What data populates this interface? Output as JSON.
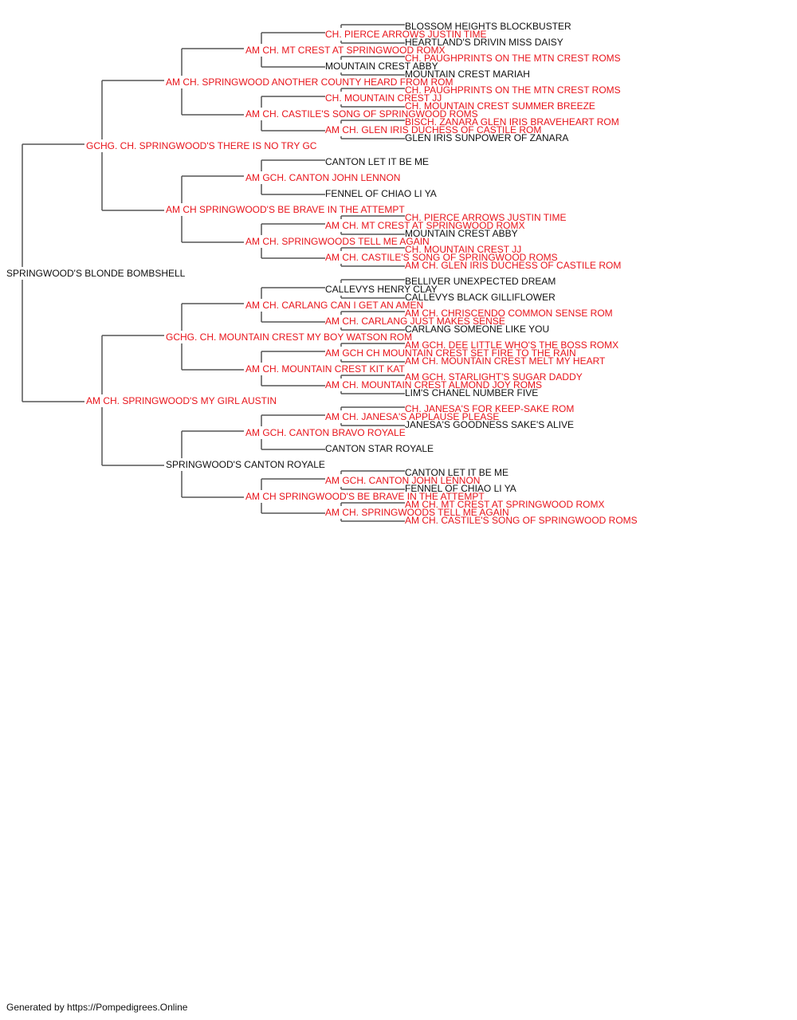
{
  "pedigree": {
    "name": "SPRINGWOOD'S BLONDE BOMBSHELL",
    "titled": false,
    "sire": {
      "name": "GCHG. CH. SPRINGWOOD'S THERE IS NO TRY GC",
      "titled": true,
      "sire": {
        "name": "AM CH. SPRINGWOOD ANOTHER COUNTY HEARD FROM ROM",
        "titled": true,
        "sire": {
          "name": "AM CH. MT CREST AT SPRINGWOOD ROMX",
          "titled": true,
          "sire": {
            "name": "CH. PIERCE ARROWS JUSTIN TIME",
            "titled": true,
            "sire": {
              "name": "BLOSSOM HEIGHTS BLOCKBUSTER",
              "titled": false
            },
            "dam": {
              "name": "HEARTLAND'S DRIVIN MISS DAISY",
              "titled": false
            }
          },
          "dam": {
            "name": "MOUNTAIN CREST ABBY",
            "titled": false,
            "sire": {
              "name": "CH. PAUGHPRINTS ON THE MTN CREST ROMS",
              "titled": true
            },
            "dam": {
              "name": "MOUNTAIN CREST MARIAH",
              "titled": false
            }
          }
        },
        "dam": {
          "name": "AM CH. CASTILE'S SONG OF SPRINGWOOD ROMS",
          "titled": true,
          "sire": {
            "name": "CH. MOUNTAIN CREST JJ",
            "titled": true,
            "sire": {
              "name": "CH. PAUGHPRINTS ON THE MTN CREST ROMS",
              "titled": true
            },
            "dam": {
              "name": "CH. MOUNTAIN CREST SUMMER BREEZE",
              "titled": true
            }
          },
          "dam": {
            "name": "AM CH. GLEN IRIS DUCHESS OF CASTILE ROM",
            "titled": true,
            "sire": {
              "name": "BISCH. ZANARA GLEN IRIS BRAVEHEART ROM",
              "titled": true
            },
            "dam": {
              "name": "GLEN IRIS SUNPOWER OF ZANARA",
              "titled": false
            }
          }
        }
      },
      "dam": {
        "name": "AM CH SPRINGWOOD'S BE BRAVE IN THE ATTEMPT",
        "titled": true,
        "sire": {
          "name": "AM GCH. CANTON JOHN LENNON",
          "titled": true,
          "sire": {
            "name": "CANTON LET IT BE ME",
            "titled": false
          },
          "dam": {
            "name": "FENNEL OF CHIAO LI YA",
            "titled": false
          }
        },
        "dam": {
          "name": "AM CH. SPRINGWOODS TELL ME AGAIN",
          "titled": true,
          "sire": {
            "name": "AM CH. MT CREST AT SPRINGWOOD ROMX",
            "titled": true,
            "sire": {
              "name": "CH. PIERCE ARROWS JUSTIN TIME",
              "titled": true
            },
            "dam": {
              "name": "MOUNTAIN CREST ABBY",
              "titled": false
            }
          },
          "dam": {
            "name": "AM CH. CASTILE'S SONG OF SPRINGWOOD ROMS",
            "titled": true,
            "sire": {
              "name": "CH. MOUNTAIN CREST JJ",
              "titled": true
            },
            "dam": {
              "name": "AM CH. GLEN IRIS DUCHESS OF CASTILE ROM",
              "titled": true
            }
          }
        }
      }
    },
    "dam": {
      "name": "AM CH. SPRINGWOOD'S MY GIRL AUSTIN",
      "titled": true,
      "sire": {
        "name": "GCHG. CH. MOUNTAIN CREST MY BOY WATSON ROM",
        "titled": true,
        "sire": {
          "name": "AM CH. CARLANG CAN I GET AN AMEN",
          "titled": true,
          "sire": {
            "name": "CALLEVYS HENRY CLAY",
            "titled": false,
            "sire": {
              "name": "BELLIVER UNEXPECTED DREAM",
              "titled": false
            },
            "dam": {
              "name": "CALLEVYS BLACK GILLIFLOWER",
              "titled": false
            }
          },
          "dam": {
            "name": "AM CH. CARLANG JUST MAKES SENSE",
            "titled": true,
            "sire": {
              "name": "AM CH. CHRISCENDO COMMON SENSE ROM",
              "titled": true
            },
            "dam": {
              "name": "CARLANG SOMEONE LIKE YOU",
              "titled": false
            }
          }
        },
        "dam": {
          "name": "AM CH. MOUNTAIN CREST KIT KAT",
          "titled": true,
          "sire": {
            "name": "AM GCH CH MOUNTAIN CREST SET FIRE TO THE RAIN",
            "titled": true,
            "sire": {
              "name": "AM GCH. DEE LITTLE WHO'S THE BOSS ROMX",
              "titled": true
            },
            "dam": {
              "name": "AM CH. MOUNTAIN CREST MELT MY HEART",
              "titled": true
            }
          },
          "dam": {
            "name": "AM CH. MOUNTAIN CREST ALMOND JOY ROMS",
            "titled": true,
            "sire": {
              "name": "AM GCH. STARLIGHT'S SUGAR DADDY",
              "titled": true
            },
            "dam": {
              "name": "LIM'S CHANEL NUMBER FIVE",
              "titled": false
            }
          }
        }
      },
      "dam": {
        "name": "SPRINGWOOD'S CANTON ROYALE",
        "titled": false,
        "sire": {
          "name": "AM GCH. CANTON BRAVO ROYALE",
          "titled": true,
          "sire": {
            "name": "AM CH. JANESA'S APPLAUSE PLEASE",
            "titled": true,
            "sire": {
              "name": "CH. JANESA'S FOR KEEP-SAKE ROM",
              "titled": true
            },
            "dam": {
              "name": "JANESA'S GOODNESS SAKE'S ALIVE",
              "titled": false
            }
          },
          "dam": {
            "name": "CANTON STAR ROYALE",
            "titled": false
          }
        },
        "dam": {
          "name": "AM CH SPRINGWOOD'S BE BRAVE IN THE ATTEMPT",
          "titled": true,
          "sire": {
            "name": "AM GCH. CANTON JOHN LENNON",
            "titled": true,
            "sire": {
              "name": "CANTON LET IT BE ME",
              "titled": false
            },
            "dam": {
              "name": "FENNEL OF CHIAO LI YA",
              "titled": false
            }
          },
          "dam": {
            "name": "AM CH. SPRINGWOODS TELL ME AGAIN",
            "titled": true,
            "sire": {
              "name": "AM CH. MT CREST AT SPRINGWOOD ROMX",
              "titled": true
            },
            "dam": {
              "name": "AM CH. CASTILE'S SONG OF SPRINGWOOD ROMS",
              "titled": true
            }
          }
        }
      }
    }
  },
  "colors": {
    "titled": "#e8141b",
    "plain": "#111111",
    "connector": "#555555"
  },
  "footer": "Generated by https://Pompedigrees.Online"
}
